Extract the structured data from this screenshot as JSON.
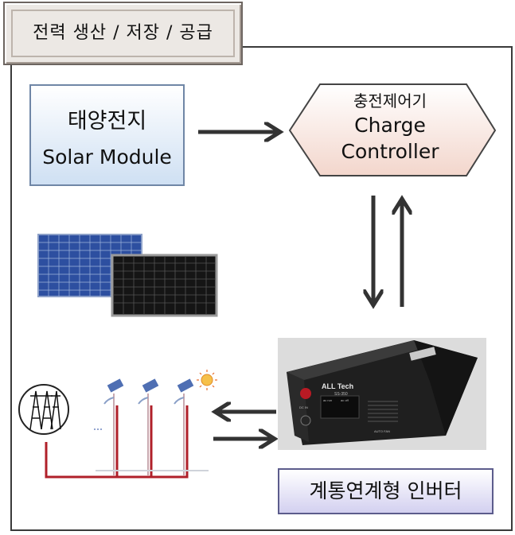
{
  "title": "전력 생산 / 저장 / 공급",
  "solar_module": {
    "label_ko": "태양전지",
    "label_en": "Solar Module"
  },
  "charge_controller": {
    "label_ko": "충전제어기",
    "label_en_1": "Charge",
    "label_en_2": "Controller"
  },
  "inverter": {
    "label_ko": "계통연계형 인버터",
    "brand": "ALL Tech",
    "model": "SS-350",
    "panel_labels": [
      "DC IN",
      "ac run",
      "ac off",
      "AUTO FAN"
    ]
  },
  "colors": {
    "solar_box_bottom": "#cfe0f3",
    "controller_fill": "#f3d6cc",
    "inverter_box_bottom": "#d3d0f0",
    "arrow": "#333333",
    "grid_wire": "#b0202a"
  },
  "icons": [
    "solar-panels-image",
    "inverter-device-image",
    "power-tower-icon",
    "solar-streetlight-icon",
    "sun-icon"
  ]
}
